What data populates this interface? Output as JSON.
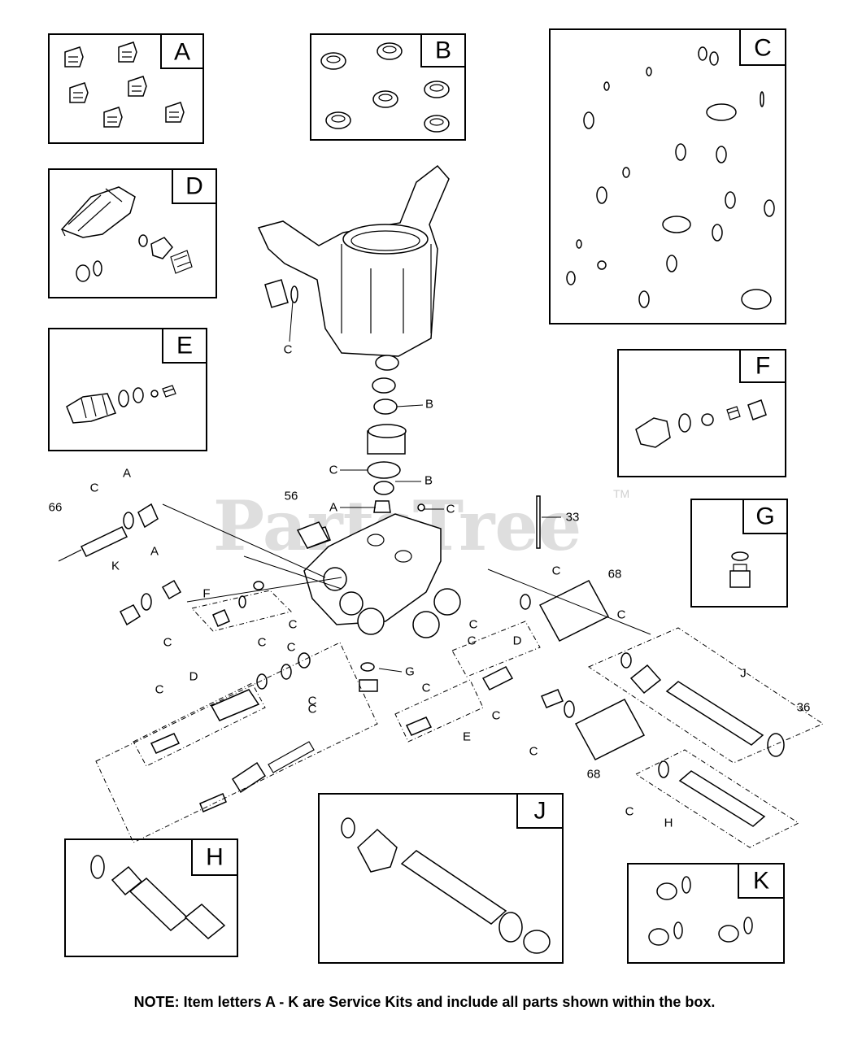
{
  "watermark": {
    "text": "PartsTree",
    "tm": "TM"
  },
  "note": "NOTE:   Item letters A - K are Service Kits and include all parts shown within the box.",
  "kits": [
    {
      "letter": "A"
    },
    {
      "letter": "B"
    },
    {
      "letter": "C"
    },
    {
      "letter": "D"
    },
    {
      "letter": "E"
    },
    {
      "letter": "F"
    },
    {
      "letter": "G"
    },
    {
      "letter": "H"
    },
    {
      "letter": "J"
    },
    {
      "letter": "K"
    }
  ],
  "callouts": [
    {
      "label": "C"
    },
    {
      "label": "B"
    },
    {
      "label": "C"
    },
    {
      "label": "B"
    },
    {
      "label": "A"
    },
    {
      "label": "C"
    },
    {
      "label": "56"
    },
    {
      "label": "33"
    },
    {
      "label": "66"
    },
    {
      "label": "C"
    },
    {
      "label": "A"
    },
    {
      "label": "A"
    },
    {
      "label": "K"
    },
    {
      "label": "C"
    },
    {
      "label": "F"
    },
    {
      "label": "C"
    },
    {
      "label": "C"
    },
    {
      "label": "C"
    },
    {
      "label": "D"
    },
    {
      "label": "C"
    },
    {
      "label": "C"
    },
    {
      "label": "C"
    },
    {
      "label": "G"
    },
    {
      "label": "C"
    },
    {
      "label": "D"
    },
    {
      "label": "C"
    },
    {
      "label": "E"
    },
    {
      "label": "C"
    },
    {
      "label": "C"
    },
    {
      "label": "68"
    },
    {
      "label": "C"
    },
    {
      "label": "C"
    },
    {
      "label": "J"
    },
    {
      "label": "36"
    },
    {
      "label": "68"
    },
    {
      "label": "C"
    },
    {
      "label": "H"
    },
    {
      "label": "C"
    }
  ]
}
